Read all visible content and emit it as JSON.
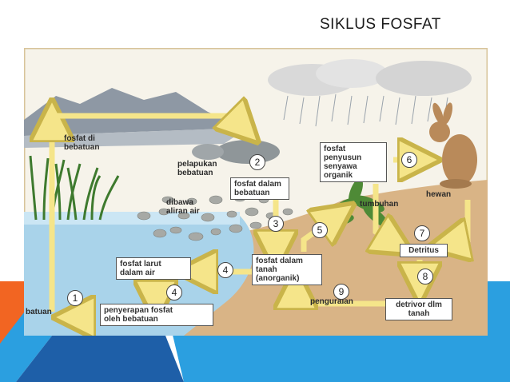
{
  "slide": {
    "title": "SIKLUS FOSFAT",
    "accent_orange": "#F26522",
    "accent_blue": "#2B9FE0",
    "accent_dark_blue": "#1E5FA8"
  },
  "diagram": {
    "colors": {
      "sky": "#F6F3EA",
      "mountain": "#8E98A4",
      "water": "#A9D3EA",
      "soil": "#D9B486",
      "arrow": "#F5E58A",
      "arrow_edge": "#C9B44A",
      "grass": "#3E7A2E"
    },
    "labels": {
      "fosfat_di_bebatuan": "fosfat di\nbebatuan",
      "pelapukan_bebatuan": "pelapukan\nbebatuan",
      "dibawa_aliran_air": "dibawa\naliran air",
      "tumbuhan": "tumbuhan",
      "hewan": "hewan",
      "penguraian": "penguraian",
      "batuan": "batuan"
    },
    "boxes": {
      "fosfat_dalam_bebatuan": "fosfat dalam\nbebatuan",
      "fosfat_penyusun": "fosfat\npenyusun\nsenyawa\norganik",
      "fosfat_larut": "fosfat larut\ndalam air",
      "fosfat_dalam_tanah": "fosfat dalam\ntanah\n(anorganik)",
      "penyerapan_fosfat": "penyerapan fosfat\noleh bebatuan",
      "detritus": "Detritus",
      "detrivor": "detrivor dlm\ntanah"
    },
    "steps": [
      "1",
      "2",
      "3",
      "4",
      "4",
      "5",
      "6",
      "7",
      "8",
      "9"
    ]
  }
}
